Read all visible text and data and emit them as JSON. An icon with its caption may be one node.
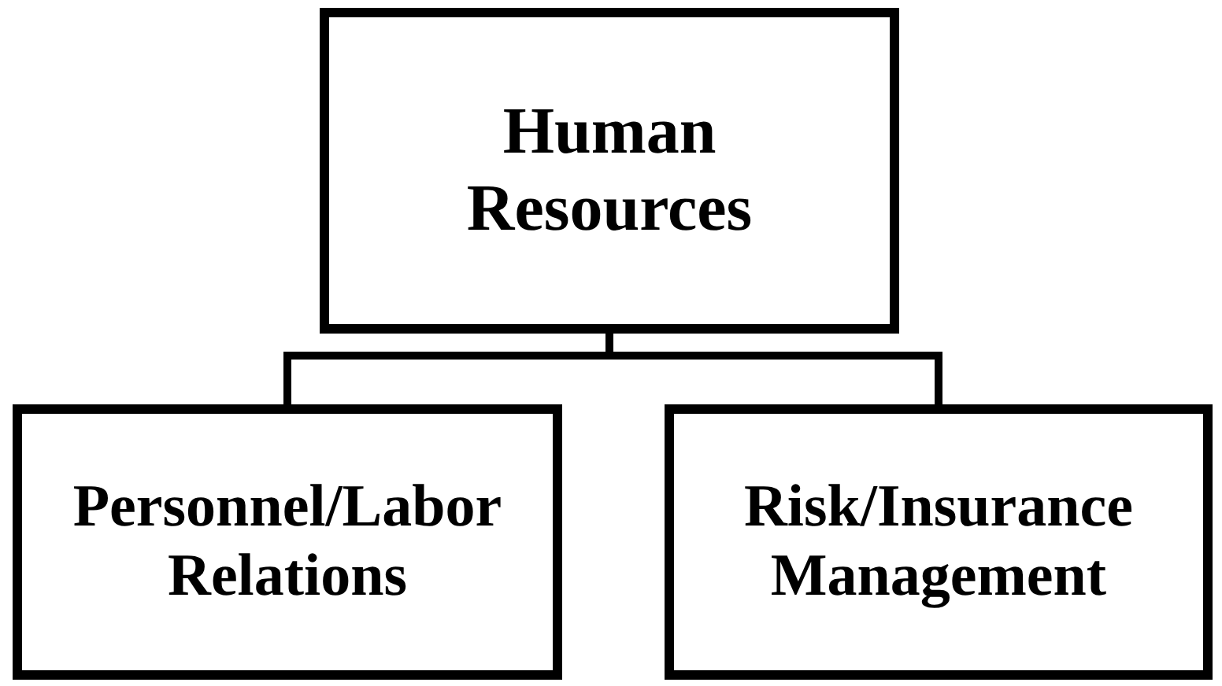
{
  "diagram": {
    "nodes": [
      {
        "text": [
          "Human Resources"
        ]
      },
      {
        "text": [
          "Personnel/Labor Relations"
        ]
      },
      {
        "text": [
          "Risk/Insurance Management"
        ]
      }
    ],
    "edges": [
      {
        "from": 0,
        "to": 1,
        "arrow": "none"
      },
      {
        "from": 0,
        "to": 2,
        "arrow": "none"
      }
    ]
  }
}
